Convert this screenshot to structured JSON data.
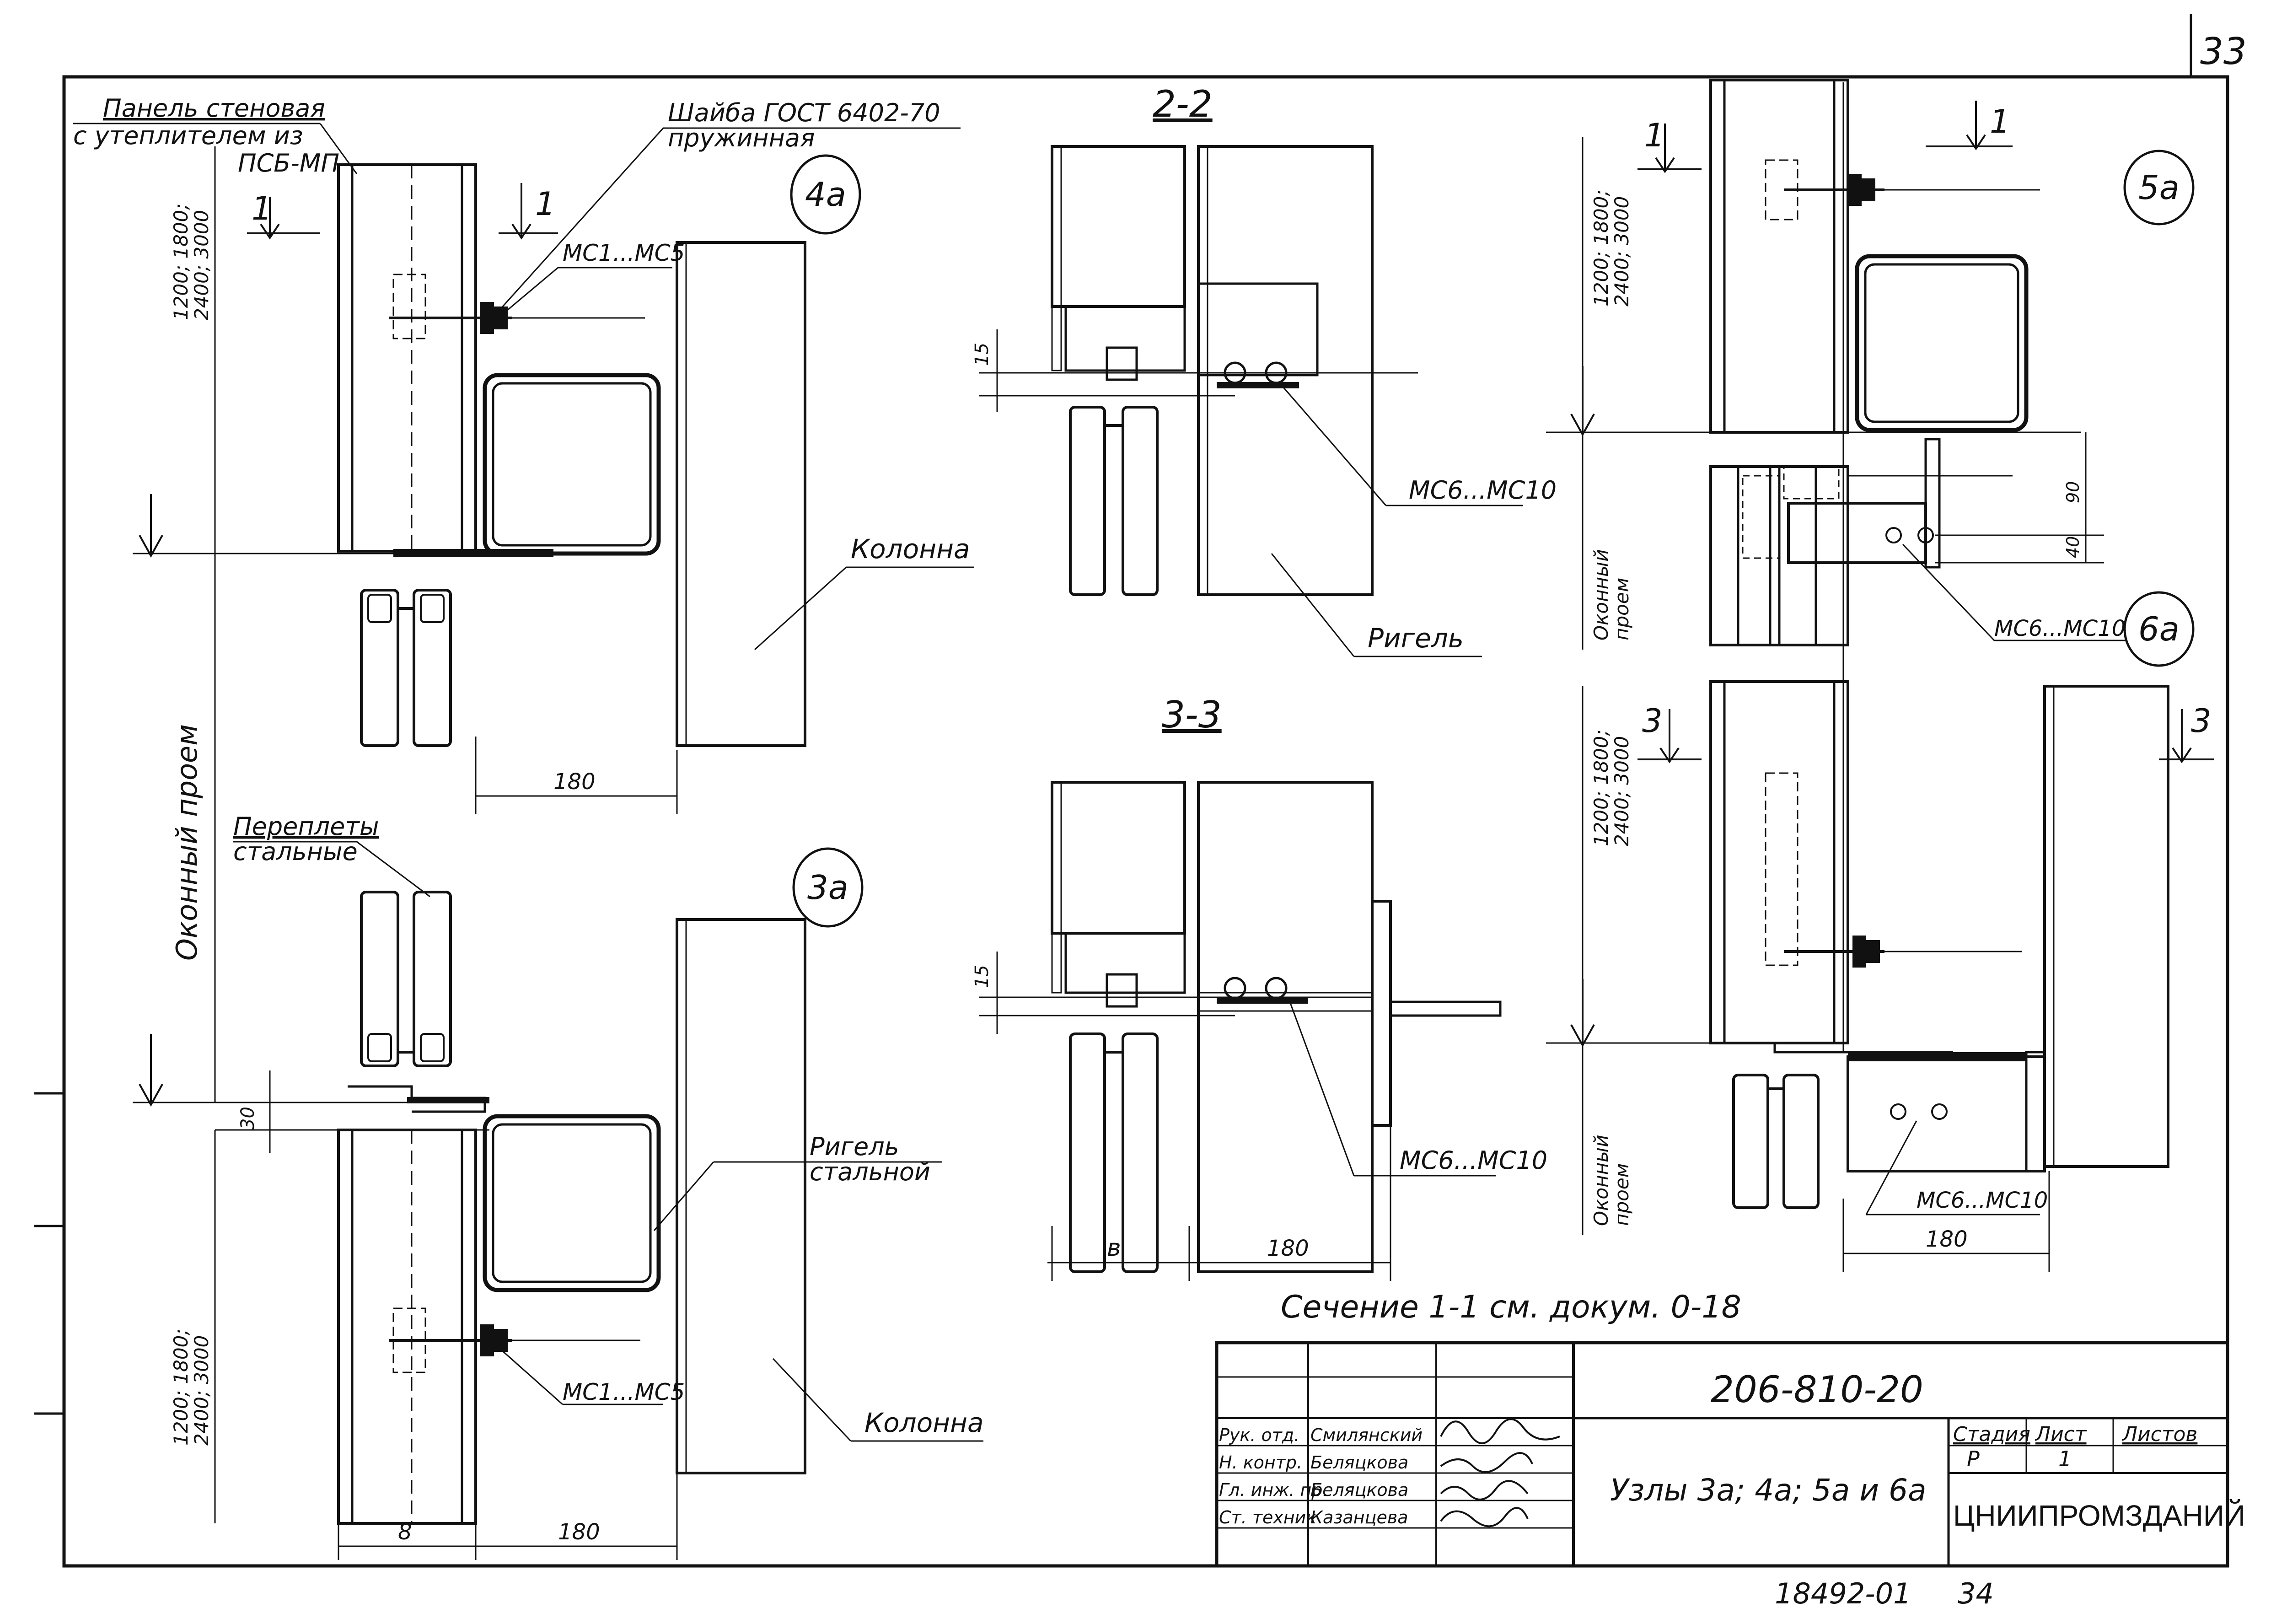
{
  "sheet": {
    "page_number": "33",
    "footer_number": "18492-01",
    "footer_page": "34",
    "note": "Сечение 1-1 см. докум. 0-18"
  },
  "node_4a": {
    "marker": "4a",
    "panel_label_1": "Панель стеновая",
    "panel_label_2": "с утеплителем из",
    "panel_label_3": "ПСБ-МП",
    "washer_label_1": "Шайба  ГОСТ 6402-70",
    "washer_label_2": "пружинная",
    "bolt_label": "МС1...МС5",
    "column_label": "Колонна",
    "section_mark_left": "1",
    "section_mark_right": "1",
    "height_label_1": "1200; 1800;",
    "height_label_2": "2400; 3000",
    "dim_180": "180"
  },
  "left_common": {
    "window_opening_label": "Оконный  проем"
  },
  "node_3a": {
    "marker": "3a",
    "frames_label_1": "Переплеты",
    "frames_label_2": "стальные",
    "dim_30": "30",
    "girder_label_1": "Ригель",
    "girder_label_2": "стальной",
    "bolt_label": "МС1...МС5",
    "column_label": "Колонна",
    "height_label_1": "1200; 1800;",
    "height_label_2": "2400; 3000",
    "dim_b": "8",
    "dim_180": "180"
  },
  "section_2_2": {
    "title": "2-2",
    "dim_15": "15",
    "bolt_label": "МС6...МС10",
    "girder_label": "Ригель"
  },
  "section_3_3": {
    "title": "3-3",
    "dim_15": "15",
    "bolt_label": "МС6...МС10",
    "dim_b": "в",
    "dim_180": "180"
  },
  "node_5a": {
    "marker": "5a",
    "section_mark_left": "1",
    "section_mark_right": "1",
    "height_label_1": "1200; 1800;",
    "height_label_2": "2400; 3000",
    "window_label_1": "Оконный",
    "window_label_2": "проем",
    "dim_90": "90",
    "dim_40": "40",
    "bolt_label": "МС6...МС10"
  },
  "node_6a": {
    "marker": "6a",
    "section_mark_left": "3",
    "section_mark_right": "3",
    "height_label_1": "1200; 1800;",
    "height_label_2": "2400; 3000",
    "window_label_1": "Оконный",
    "window_label_2": "проем",
    "bolt_label": "МС6...МС10",
    "dim_180": "180"
  },
  "title_block": {
    "document_code": "206-810-20",
    "title": "Узлы 3а; 4а; 5а и 6а",
    "col_stage": "Стадия",
    "col_sheet": "Лист",
    "col_sheets": "Листов",
    "stage": "Р",
    "sheet": "1",
    "organization": "ЦНИИПРОМЗДАНИЙ",
    "roles": [
      {
        "role": "Рук. отд.",
        "name": "Смилянский"
      },
      {
        "role": "Н. контр.",
        "name": "Беляцкова"
      },
      {
        "role": "Гл. инж. пр.",
        "name": "Беляцкова"
      },
      {
        "role": "Ст. техник",
        "name": "Казанцева"
      }
    ]
  }
}
